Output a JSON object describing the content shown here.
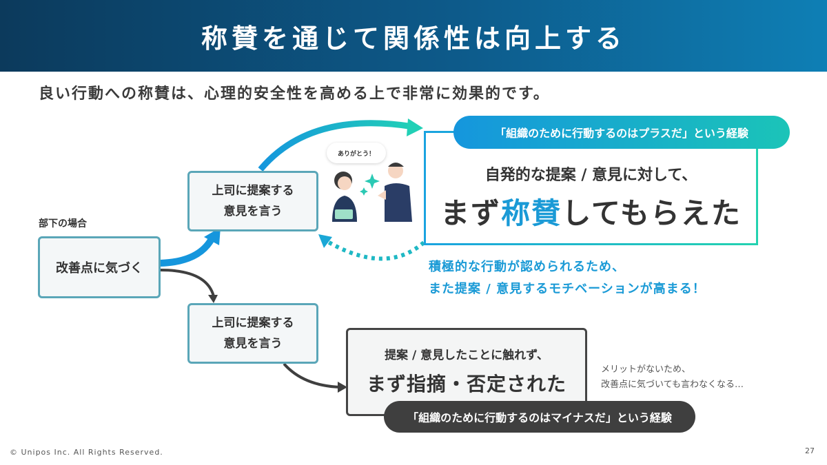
{
  "header": {
    "title": "称賛を通じて関係性は向上する"
  },
  "subtitle": "良い行動への称賛は、心理的安全性を高める上で非常に効果的です。",
  "case_label": "部下の場合",
  "notice_box": "改善点に気づく",
  "proposal_box_top": {
    "line1": "上司に提案する",
    "line2": "意見を言う"
  },
  "proposal_box_bottom": {
    "line1": "上司に提案する",
    "line2": "意見を言う"
  },
  "illustration": {
    "speech": "ありがとう！"
  },
  "positive": {
    "pill": "「組織のために行動するのはプラスだ」という経験",
    "line1": "自発的な提案 / 意見に対して、",
    "line2_pre": "まず",
    "line2_highlight": "称賛",
    "line2_post": "してもらえた",
    "result_line1": "積極的な行動が認められるため、",
    "result_line2": "また提案 / 意見するモチベーションが高まる！"
  },
  "negative": {
    "line1": "提案 / 意見したことに触れず、",
    "line2": "まず指摘・否定された",
    "pill": "「組織のために行動するのはマイナスだ」という経験",
    "result_line1": "メリットがないため、",
    "result_line2": "改善点に気づいても言わなくなる…"
  },
  "footer": {
    "copyright": "© Unipos Inc. All Rights Reserved.",
    "page": "27"
  },
  "colors": {
    "header_start": "#0c3a5c",
    "header_end": "#0e7fb5",
    "accent": "#1a9ad6",
    "teal": "#23d2b0",
    "box_border": "#5aa6b8",
    "dark": "#3f3f3f"
  }
}
